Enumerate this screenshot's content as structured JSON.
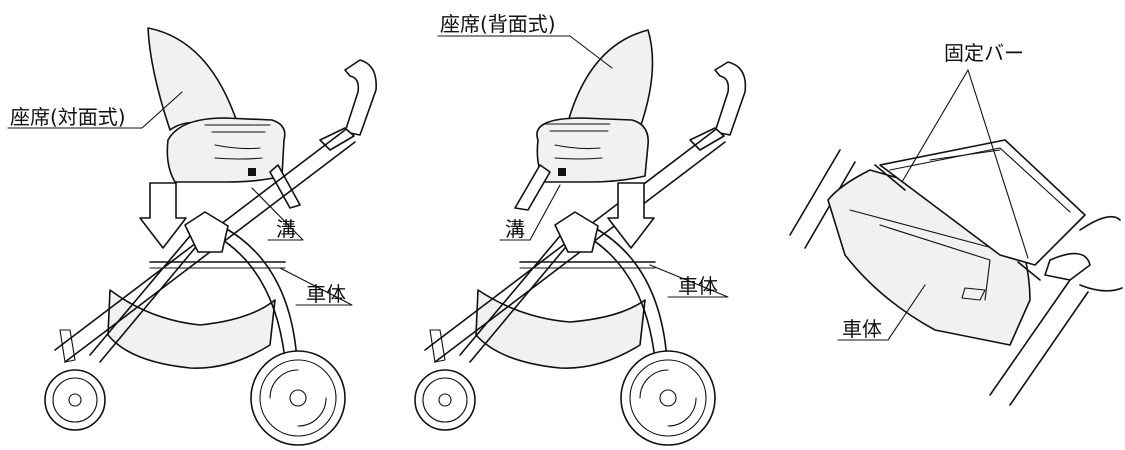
{
  "labels": {
    "seat_facing": "座席(対面式)",
    "groove_left": "溝",
    "body_left": "車体",
    "seat_back": "座席(背面式)",
    "groove_mid": "溝",
    "body_mid": "車体",
    "fixing_bar": "固定バー",
    "body_right": "車体"
  }
}
